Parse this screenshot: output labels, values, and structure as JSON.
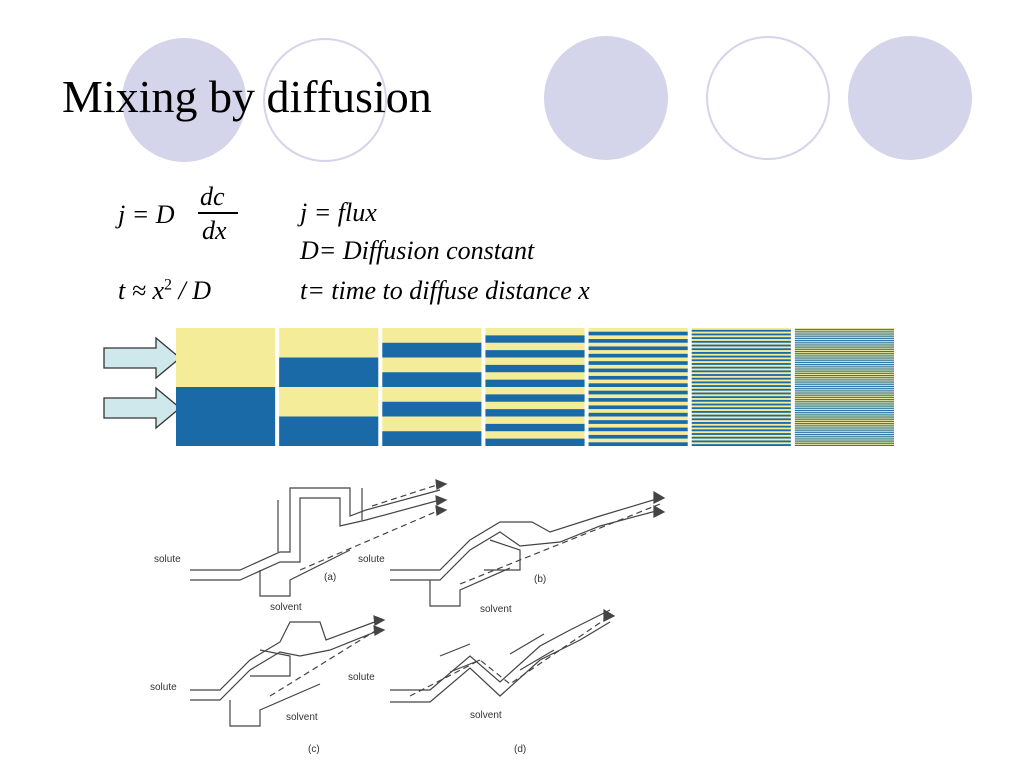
{
  "slide": {
    "title": "Mixing by diffusion"
  },
  "equations": {
    "flux_lhs": "j = D",
    "flux_num": "dc",
    "flux_den": "dx",
    "time_eq_main": "t ≈ x",
    "time_eq_sup": "2",
    "time_eq_tail": " / D"
  },
  "definitions": {
    "flux": "j = flux",
    "diffusion": "D= Diffusion constant",
    "time": "t= time to diffuse distance x"
  },
  "mixing_strip": {
    "stages": [
      1,
      2,
      4,
      8,
      16,
      32,
      64
    ],
    "colors": {
      "yellow": "#f5ec9a",
      "blue": "#1a6aa8"
    },
    "arrow_color": "#cfe8ec"
  },
  "diagram": {
    "labels": {
      "solute": "solute",
      "solvent": "solvent",
      "a": "(a)",
      "b": "(b)",
      "c": "(c)",
      "d": "(d)"
    }
  }
}
